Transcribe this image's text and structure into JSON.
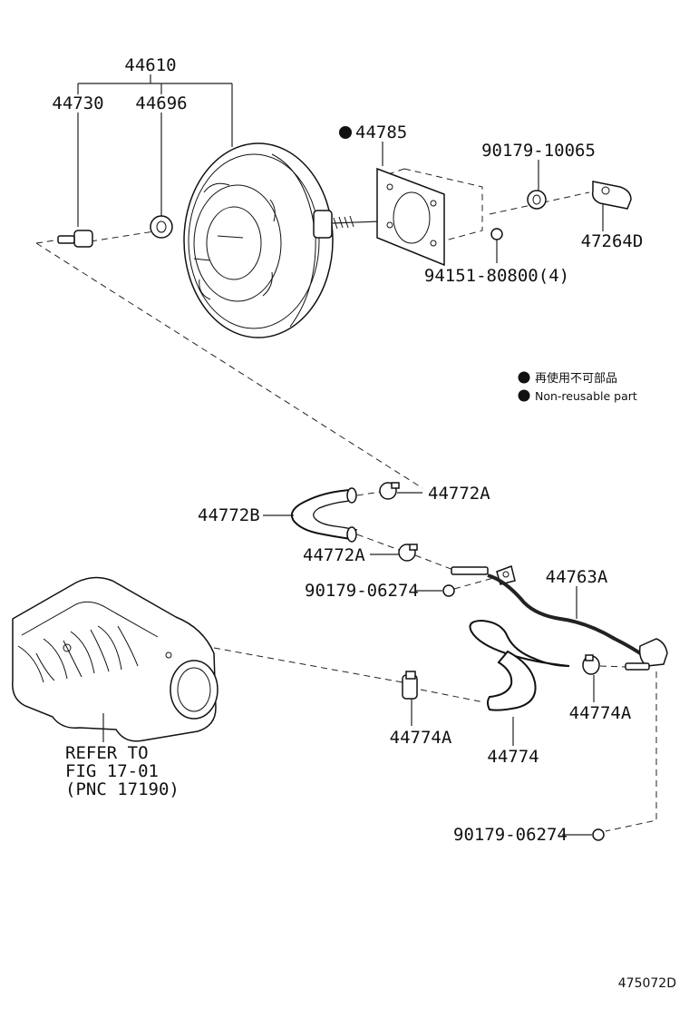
{
  "labels": {
    "p44610": "44610",
    "p44730": "44730",
    "p44696": "44696",
    "p44785": "44785",
    "p90179_10065": "90179-10065",
    "p47264D": "47264D",
    "p94151": "94151-80800(4)",
    "p44772A_top": "44772A",
    "p44772B": "44772B",
    "p44772A_mid": "44772A",
    "p90179_06274_a": "90179-06274",
    "p44763A": "44763A",
    "p44774A_right": "44774A",
    "p44774A_left": "44774A",
    "p44774": "44774",
    "p90179_06274_b": "90179-06274"
  },
  "legend": {
    "line_jp": "再使用不可部品",
    "line_en": "Non-reusable part"
  },
  "refer": {
    "line1": "REFER TO",
    "line2": "FIG 17-01",
    "line3": "(PNC 17190)"
  },
  "figure_id": "475072D"
}
